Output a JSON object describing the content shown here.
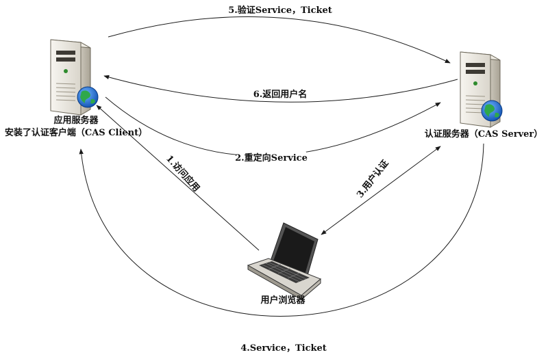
{
  "nodes": {
    "app_server": {
      "line1": "应用服务器",
      "line2": "安装了认证客户端（CAS Client）"
    },
    "cas_server": {
      "label": "认证服务器（CAS Server）"
    },
    "browser": {
      "label": "用户浏览器"
    }
  },
  "edges": {
    "e1": "1.访问应用",
    "e2": "2.重定向Service",
    "e3": "3.用户认证",
    "e4": "4.Service，Ticket",
    "e5": "5.验证Service，Ticket",
    "e6": "6.返回用户名"
  },
  "icons": {
    "app_server": "server-icon",
    "cas_server": "server-icon",
    "browser": "laptop-icon"
  },
  "colors": {
    "line": "#1a1a1a",
    "server_body": "#e9e6df",
    "globe": "#1f6fd6",
    "land": "#2fa84a"
  }
}
